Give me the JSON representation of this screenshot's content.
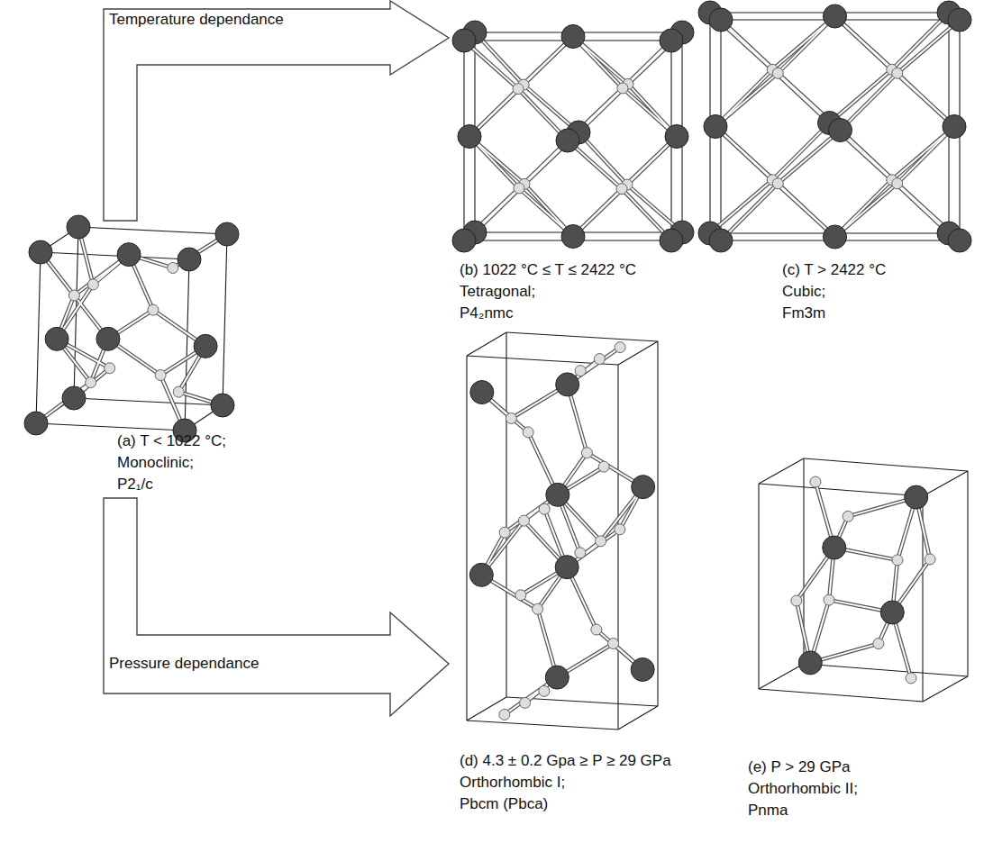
{
  "diagram": {
    "nodes": [
      {
        "text": [
          "Temperature dependance"
        ]
      },
      {
        "text": [
          "Pressure dependance"
        ]
      }
    ],
    "labels": [
      "(a) T < 1022 °C;",
      "Monoclinic;",
      "P2₁/c",
      "(b) 1022 °C ≤ T ≤ 2422 °C",
      "Tetragonal;",
      "P4₂nmc",
      "(c) T > 2422 °C",
      "Cubic;",
      "Fm3m",
      "(d) 4.3 ± 0.2 Gpa ≥ P ≥ 29 GPa",
      "Orthorhombic I;",
      "Pbcm (Pbca)",
      "(e) P > 29 GPa",
      "Orthorhombic II;",
      "Pnma"
    ]
  }
}
